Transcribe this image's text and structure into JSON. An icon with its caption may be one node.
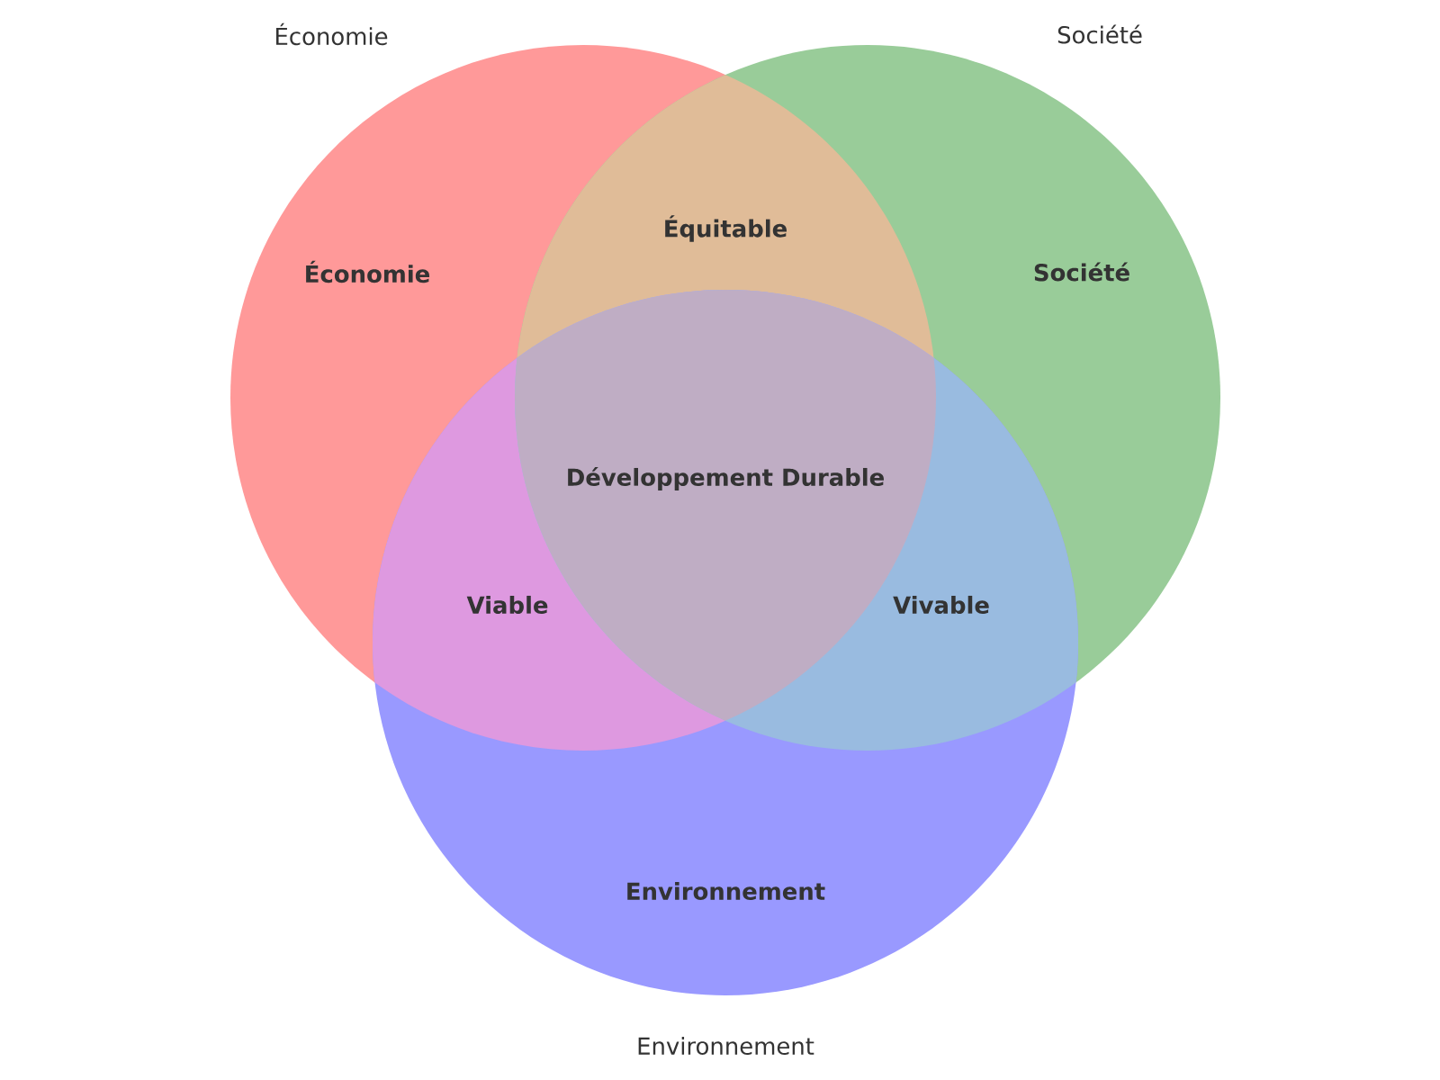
{
  "diagram": {
    "nodes": [
      {
        "text": [
          "Économie",
          "Économie"
        ]
      },
      {
        "text": [
          "Société",
          "Société"
        ]
      },
      {
        "text": [
          "Environnement",
          "Environnement"
        ]
      }
    ],
    "labels": [
      "Équitable",
      "Développement Durable",
      "Viable",
      "Vivable"
    ]
  }
}
